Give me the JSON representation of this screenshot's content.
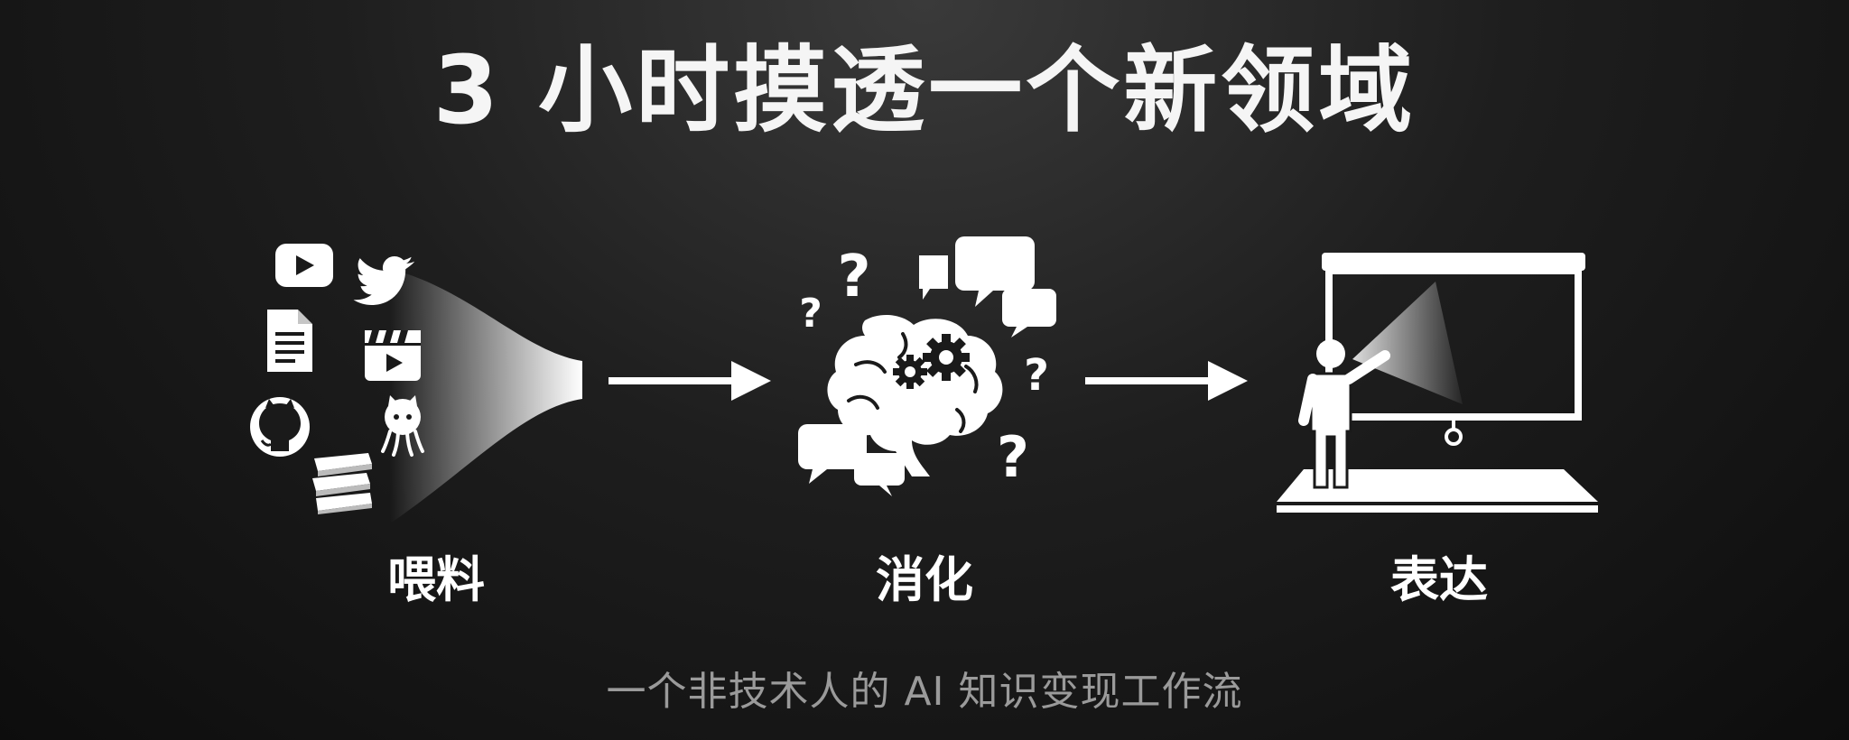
{
  "title": "3 小时摸透一个新领域",
  "stages": [
    {
      "label": "喂料"
    },
    {
      "label": "消化"
    },
    {
      "label": "表达"
    }
  ],
  "subtitle": "一个非技术人的 AI 知识变现工作流",
  "icons": {
    "feed": [
      "youtube-icon",
      "twitter-icon",
      "document-icon",
      "video-clapper-icon",
      "github-icon",
      "github-octocat-icon",
      "books-icon",
      "funnel-icon"
    ],
    "digest": [
      "brain-gears-icon",
      "question-mark-icon",
      "speech-bubbles-icon"
    ],
    "express": [
      "presenter-icon",
      "projection-screen-icon",
      "stage-icon"
    ]
  },
  "colors": {
    "foreground": "#ffffff",
    "subtitle": "#9a9a9a",
    "background": "#1a1a1a"
  }
}
